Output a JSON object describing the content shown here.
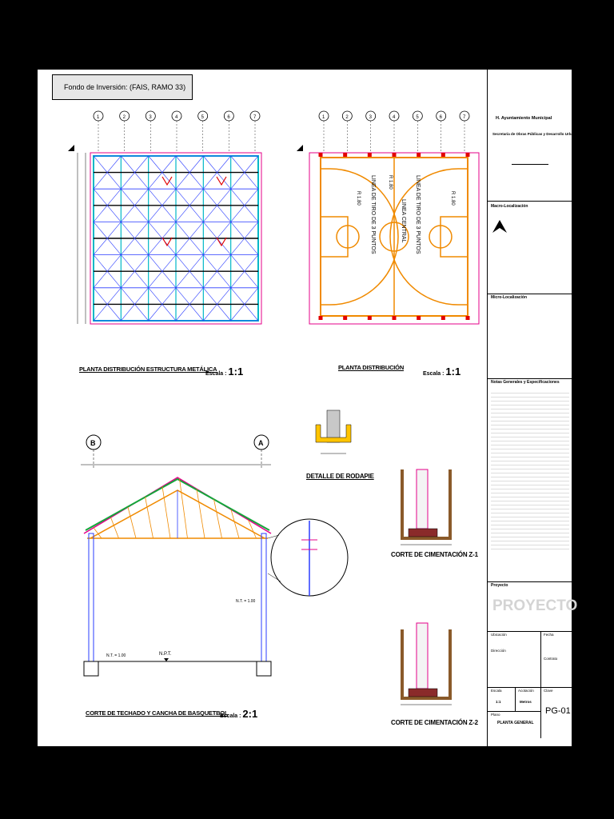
{
  "fondo": "Fondo de Inversión: (FAIS, RAMO 33)",
  "plans": {
    "struct_caption": "PLANTA DISTRIBUCIÓN ESTRUCTURA METÁLICA",
    "struct_scale_label": "Escala :",
    "struct_scale_value": "1:1",
    "court_caption": "PLANTA DISTRIBUCIÓN",
    "court_scale_label": "Escala :",
    "court_scale_value": "1:1",
    "court_labels": [
      "LINEA DE TIRO DE 3 PUNTOS",
      "LINEA CENTRAL",
      "LINEA DE TIRO DE 3 PUNTOS",
      "R 1.80",
      "R 1.80",
      "R 1.80"
    ],
    "grid_numbers": [
      "1",
      "2",
      "3",
      "4",
      "5",
      "6",
      "7"
    ]
  },
  "section": {
    "caption": "CORTE DE TECHADO Y CANCHA DE BASQUETBOL",
    "scale_label": "Escala :",
    "scale_value": "2:1",
    "axis_b": "B",
    "axis_a": "A",
    "npt": "N.P.T.",
    "level_left": "N.T. = 1.00",
    "level_right": "N.T. = 1.00"
  },
  "rodapie": {
    "caption": "DETALLE DE RODAPIE"
  },
  "cimentacion": {
    "z1": "CORTE DE CIMENTACIÓN Z-1",
    "z2": "CORTE DE CIMENTACIÓN Z-2"
  },
  "titleblock": {
    "entity": "H. Ayuntamiento Municipal",
    "dept": "Secretaría de Obras Públicas y Desarrollo Urbano",
    "macro": "Macro-Localización",
    "micro": "Micro-Localización",
    "notes": "Notas Generales y Especificaciones",
    "proyecto_label": "Proyecto",
    "proyecto_value": "PROYECTO",
    "ubicacion": "Ubicación",
    "direccion": "Dirección",
    "fecha": "Fecha",
    "contrato": "Contrato",
    "escala": "Escala",
    "escala_value": "1:1",
    "acotacion": "Acotación",
    "acotacion_value": "Metros",
    "clave": "Clave",
    "clave_value": "PG-01",
    "plano": "Plano",
    "plano_value": "PLANTA GENERAL"
  },
  "colors": {
    "steel": "#00b7c7",
    "magenta": "#e4008a",
    "orange": "#f08a00",
    "red": "#e20000",
    "blue": "#2a3cff",
    "green": "#13a53a"
  }
}
